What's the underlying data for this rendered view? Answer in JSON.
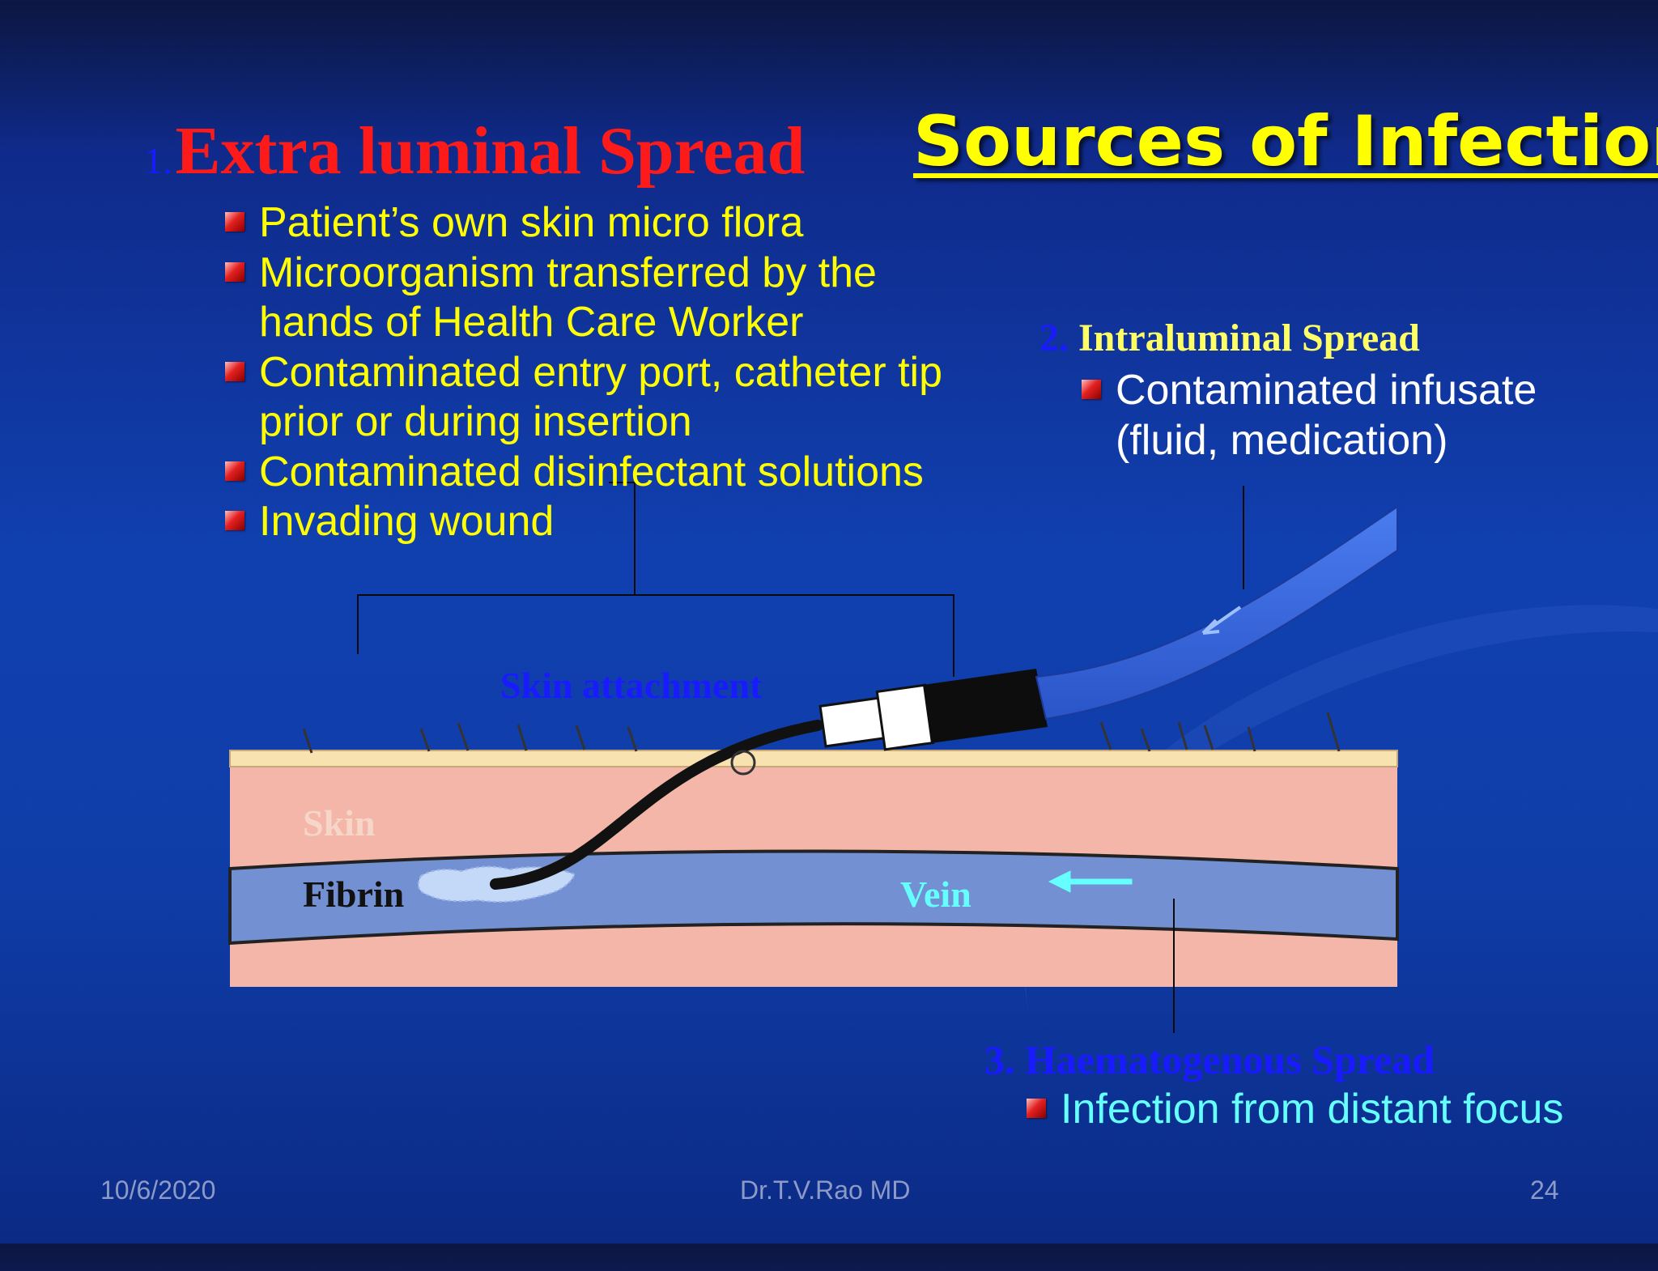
{
  "slide": {
    "title": "Sources of Infection",
    "section1": {
      "number": "1.",
      "heading": "Extra luminal Spread",
      "bullets": [
        "Patient’s own skin micro flora",
        "Microorganism transferred by the hands of Health Care Worker",
        "Contaminated entry port, catheter tip prior or during insertion",
        "Contaminated disinfectant solutions",
        "Invading wound"
      ]
    },
    "section2": {
      "number": "2.",
      "heading": "Intraluminal Spread",
      "bullets": [
        "Contaminated infusate (fluid, medication)"
      ]
    },
    "section3": {
      "number": "3.",
      "heading": "Haematogenous Spread",
      "bullets": [
        "Infection from distant focus"
      ]
    },
    "diagram": {
      "skin_attachment_label": "Skin attachment",
      "skin_label": "Skin",
      "fibrin_label": "Fibrin",
      "vein_label": "Vein"
    },
    "footer": {
      "date": "10/6/2020",
      "author": "Dr.T.V.Rao MD",
      "page": "24"
    },
    "colors": {
      "title": "#ffff00",
      "section1_heading": "#ff1a1a",
      "bullet_text_1": "#ffff00",
      "bullet_text_2": "#ffffff",
      "bullet_text_3": "#66ffff",
      "skin": "#f4b6a8",
      "vein": "#6f8fd0",
      "catheter": "#111111"
    }
  }
}
